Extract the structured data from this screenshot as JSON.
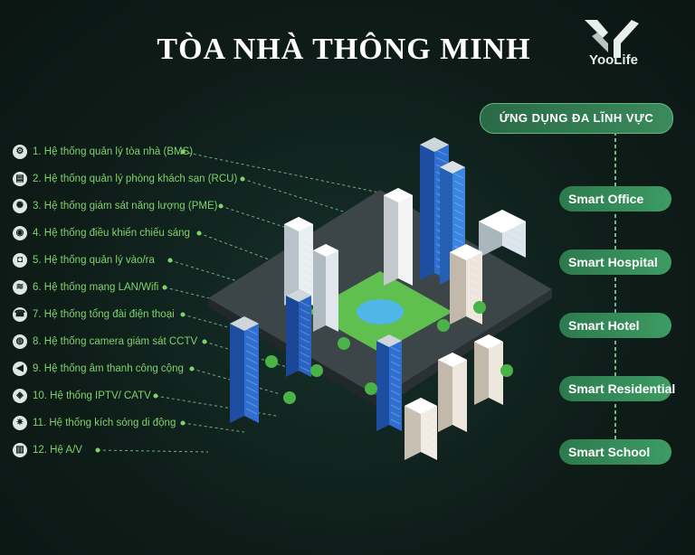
{
  "title": "TÒA NHÀ THÔNG MINH",
  "logo": {
    "text": "YooLife"
  },
  "features": [
    {
      "label": "1. Hệ thống quản lý tòa nhà (BMS)",
      "icon": "building-cog-icon"
    },
    {
      "label": "2. Hệ thống quản lý phòng khách sạn (RCU)",
      "icon": "server-icon"
    },
    {
      "label": "3. Hệ thống giám sát năng lượng (PME)",
      "icon": "gear-icon"
    },
    {
      "label": "4. Hệ thống điều khiển chiếu sáng",
      "icon": "lightbulb-icon"
    },
    {
      "label": "5. Hệ thống quản lý vào/ra",
      "icon": "car-icon"
    },
    {
      "label": "6. Hệ thống mạng LAN/Wifi",
      "icon": "wifi-icon"
    },
    {
      "label": "7. Hệ thống tổng đài điện thoại",
      "icon": "phone-icon"
    },
    {
      "label": "8. Hệ thống camera giám sát CCTV",
      "icon": "camera-icon"
    },
    {
      "label": "9. Hệ thống âm thanh công cộng",
      "icon": "megaphone-icon"
    },
    {
      "label": "10. Hệ thống IPTV/ CATV",
      "icon": "shield-icon"
    },
    {
      "label": "11. Hệ thống kích sóng di động",
      "icon": "signal-icon"
    },
    {
      "label": "12. Hệ A/V",
      "icon": "speaker-icon"
    }
  ],
  "applications": {
    "header": "ỨNG DỤNG ĐA LĨNH VỰC",
    "items": [
      "Smart Office",
      "Smart Hospital",
      "Smart Hotel",
      "Smart Residential",
      "Smart School"
    ]
  },
  "colors": {
    "accent_green": "#7fd36b",
    "pill_green": "#3e9b63",
    "background": "#0f1f1a"
  }
}
